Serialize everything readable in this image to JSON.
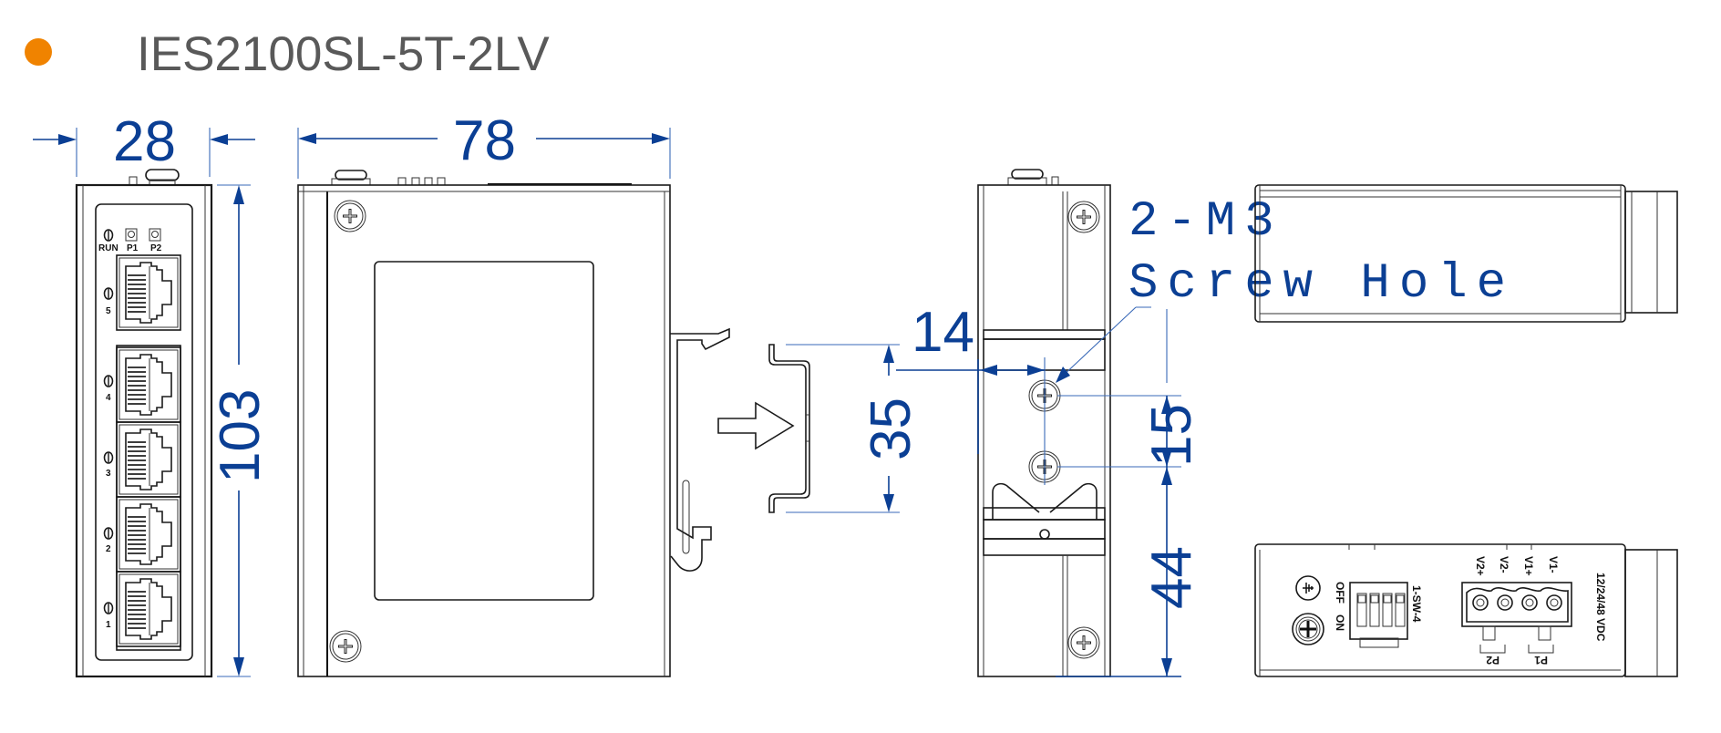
{
  "header": {
    "bullet_color": "#f08300",
    "title": "IES2100SL-5T-2LV"
  },
  "units": "mm",
  "dimensions": {
    "width": "28",
    "depth": "78",
    "height": "103",
    "din_rail_height": "35",
    "screw_hole_offset": "14",
    "screw_hole_spacing": "15",
    "screw_to_bottom": "44"
  },
  "annotation": {
    "line1": "2-M3",
    "line2": "Screw Hole"
  },
  "front_panel": {
    "leds": [
      "RUN",
      "P1",
      "P2"
    ],
    "port_labels": [
      "5",
      "4",
      "3",
      "2",
      "1"
    ]
  },
  "bottom_panel": {
    "switch_label": "1-SW-4",
    "switch_off": "OFF",
    "switch_on": "ON",
    "terminals": [
      "V2+",
      "V2-",
      "V1+",
      "V1-"
    ],
    "power_groups": [
      "P2",
      "P1"
    ],
    "voltage": "12/24/48 VDC"
  },
  "colors": {
    "dimension": "#0b3f94",
    "title_text": "#595959",
    "outline": "#1a1a1a"
  }
}
